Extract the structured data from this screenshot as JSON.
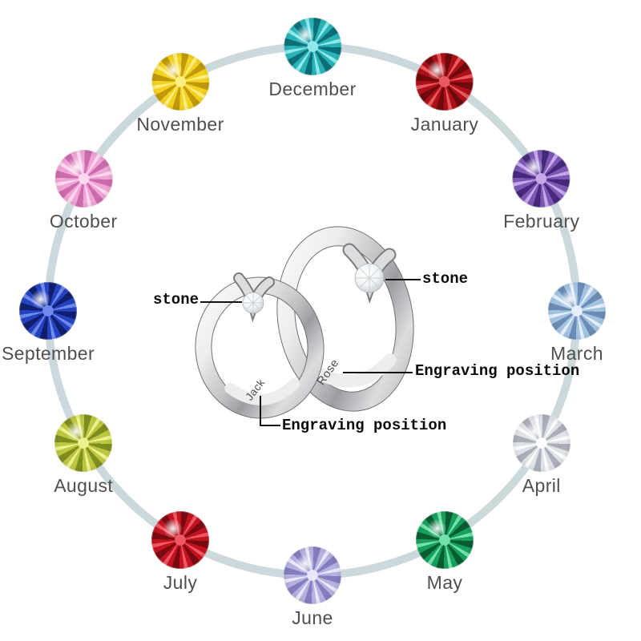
{
  "circle": {
    "stroke": "#cbd9dc"
  },
  "months": [
    {
      "name": "December",
      "base": "#29b3b8",
      "light": "#8fe9ea",
      "dark": "#0c6f78"
    },
    {
      "name": "January",
      "base": "#ad1117",
      "light": "#e85a5f",
      "dark": "#6e090d"
    },
    {
      "name": "February",
      "base": "#7d58b4",
      "light": "#c5a9ea",
      "dark": "#46297a"
    },
    {
      "name": "March",
      "base": "#a3c3e2",
      "light": "#e4effb",
      "dark": "#6a8cb4"
    },
    {
      "name": "April",
      "base": "#dfe2e7",
      "light": "#fcfcfe",
      "dark": "#a9aeb8"
    },
    {
      "name": "May",
      "base": "#17a05b",
      "light": "#74e2ad",
      "dark": "#085c32"
    },
    {
      "name": "June",
      "base": "#b5b1e0",
      "light": "#eae8f8",
      "dark": "#837dbe"
    },
    {
      "name": "July",
      "base": "#c2131f",
      "light": "#ef5864",
      "dark": "#7a0a12"
    },
    {
      "name": "August",
      "base": "#bdc840",
      "light": "#ecf290",
      "dark": "#7e8c20"
    },
    {
      "name": "September",
      "base": "#2543c0",
      "light": "#7089ec",
      "dark": "#101e6e"
    },
    {
      "name": "October",
      "base": "#efa5d6",
      "light": "#fbd8ee",
      "dark": "#cc6bac"
    },
    {
      "name": "November",
      "base": "#f4d020",
      "light": "#fcef80",
      "dark": "#bf9a0a"
    }
  ],
  "rings": {
    "left": {
      "engraving": "Jack"
    },
    "right": {
      "engraving": "Rose"
    }
  },
  "annotations": {
    "stone_left": "stone",
    "stone_right": "stone",
    "engraving_right": "Engraving position",
    "engraving_bottom": "Engraving position"
  },
  "colors": {
    "month_label": "#4f4f4f",
    "annotation": "#0b0b0b",
    "engraving": "#4b4d4f"
  }
}
